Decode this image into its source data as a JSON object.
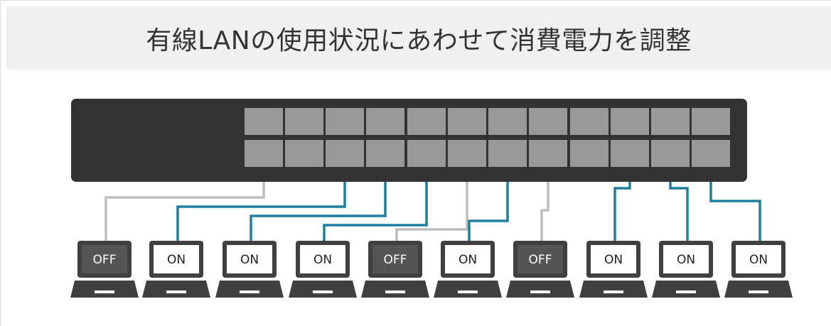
{
  "title": "有線LANの使用状況にあわせて消費電力を調整",
  "colors": {
    "header_bg": "#f0f0f0",
    "switch_body": "#333333",
    "port": "#999999",
    "cable_on": "#1f7e9e",
    "cable_off": "#bdbdbd",
    "laptop_frame": "#404040",
    "screen_on": "#ffffff",
    "screen_off": "#555555"
  },
  "laptops": [
    {
      "label": "OFF",
      "state": "off"
    },
    {
      "label": "ON",
      "state": "on"
    },
    {
      "label": "ON",
      "state": "on"
    },
    {
      "label": "ON",
      "state": "on"
    },
    {
      "label": "OFF",
      "state": "off"
    },
    {
      "label": "ON",
      "state": "on"
    },
    {
      "label": "OFF",
      "state": "off"
    },
    {
      "label": "ON",
      "state": "on"
    },
    {
      "label": "ON",
      "state": "on"
    },
    {
      "label": "ON",
      "state": "on"
    }
  ]
}
